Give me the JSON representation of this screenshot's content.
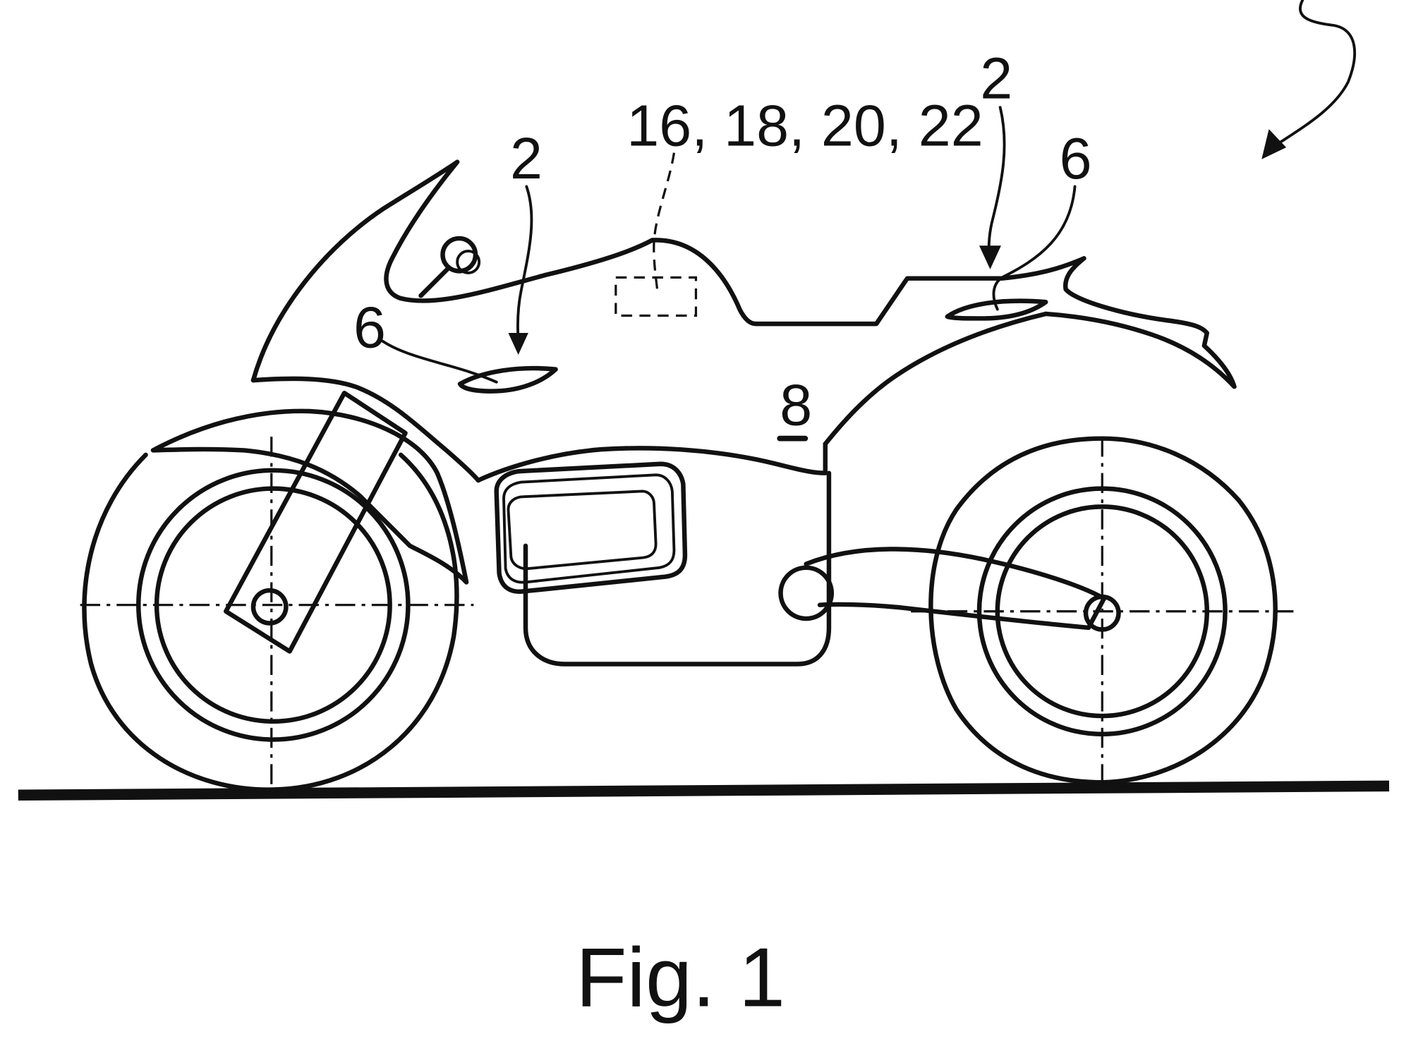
{
  "figure": {
    "caption": "Fig. 1",
    "reference_numerals": {
      "system_arrow": "",
      "tank_region_left": "2",
      "tank_region_right": "2",
      "sensor_group": "16, 18, 20, 22",
      "element_left": "6",
      "element_right": "6",
      "vehicle": "8"
    }
  }
}
